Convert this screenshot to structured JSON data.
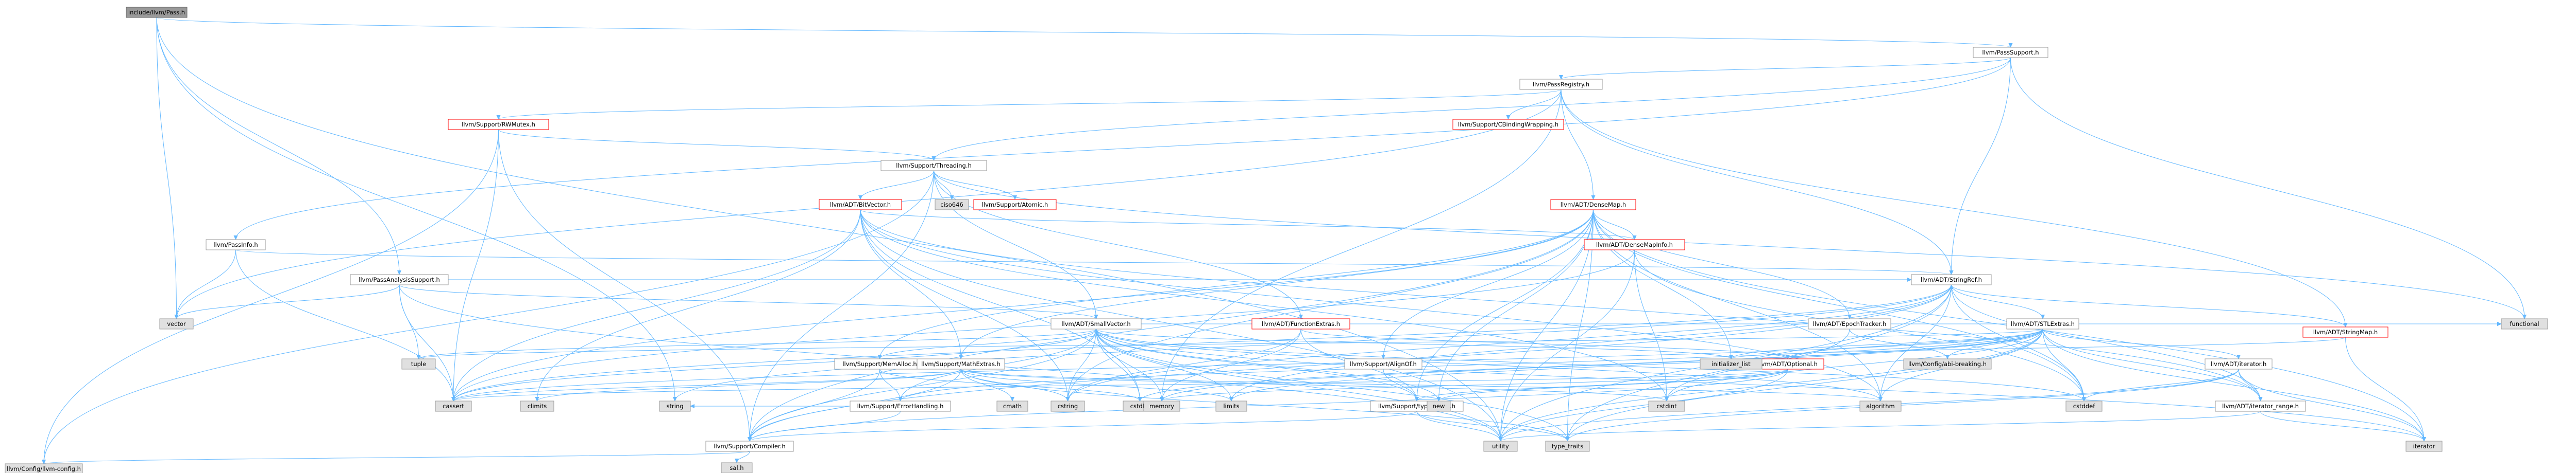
{
  "title": "include/llvm/Pass.h",
  "colors": {
    "root_fill": "#999999",
    "node_fill": "#ffffff",
    "node_border": "#999999",
    "red_border": "#ff0000",
    "ext_fill": "#e0e0e0",
    "edge": "#63b8ff",
    "text": "#000000"
  },
  "nodes": [
    {
      "id": "pass",
      "label": "include/llvm/Pass.h",
      "kind": "root"
    },
    {
      "id": "passsupport",
      "label": "llvm/PassSupport.h",
      "kind": "normal"
    },
    {
      "id": "passregistry",
      "label": "llvm/PassRegistry.h",
      "kind": "normal"
    },
    {
      "id": "rwmutex",
      "label": "llvm/Support/RWMutex.h",
      "kind": "red"
    },
    {
      "id": "cbinding",
      "label": "llvm/Support/CBindingWrapping.h",
      "kind": "red"
    },
    {
      "id": "threading",
      "label": "llvm/Support/Threading.h",
      "kind": "normal"
    },
    {
      "id": "bitvector",
      "label": "llvm/ADT/BitVector.h",
      "kind": "red"
    },
    {
      "id": "ciso646",
      "label": "ciso646",
      "kind": "ext"
    },
    {
      "id": "atomic",
      "label": "llvm/Support/Atomic.h",
      "kind": "red"
    },
    {
      "id": "densemap",
      "label": "llvm/ADT/DenseMap.h",
      "kind": "red"
    },
    {
      "id": "densemapinfo",
      "label": "llvm/ADT/DenseMapInfo.h",
      "kind": "red"
    },
    {
      "id": "passinfo",
      "label": "llvm/PassInfo.h",
      "kind": "normal"
    },
    {
      "id": "stringref",
      "label": "llvm/ADT/StringRef.h",
      "kind": "normal"
    },
    {
      "id": "passanalysis",
      "label": "llvm/PassAnalysisSupport.h",
      "kind": "normal"
    },
    {
      "id": "stringmap",
      "label": "llvm/ADT/StringMap.h",
      "kind": "red"
    },
    {
      "id": "smallvector",
      "label": "llvm/ADT/SmallVector.h",
      "kind": "normal"
    },
    {
      "id": "functionextras",
      "label": "llvm/ADT/FunctionExtras.h",
      "kind": "red"
    },
    {
      "id": "epochtracker",
      "label": "llvm/ADT/EpochTracker.h",
      "kind": "normal"
    },
    {
      "id": "stlextras",
      "label": "llvm/ADT/STLExtras.h",
      "kind": "normal"
    },
    {
      "id": "memalloc",
      "label": "llvm/Support/MemAlloc.h",
      "kind": "normal"
    },
    {
      "id": "mathextras",
      "label": "llvm/Support/MathExtras.h",
      "kind": "normal"
    },
    {
      "id": "aligncf",
      "label": "llvm/Support/AlignOf.h",
      "kind": "normal"
    },
    {
      "id": "optional",
      "label": "llvm/ADT/Optional.h",
      "kind": "red"
    },
    {
      "id": "abibreaking",
      "label": "llvm/Config/abi-breaking.h",
      "kind": "ext"
    },
    {
      "id": "iterator",
      "label": "llvm/ADT/iterator.h",
      "kind": "normal"
    },
    {
      "id": "errorhandling",
      "label": "llvm/Support/ErrorHandling.h",
      "kind": "normal"
    },
    {
      "id": "typetraits",
      "label": "llvm/Support/type_traits.h",
      "kind": "normal"
    },
    {
      "id": "iteratorrange",
      "label": "llvm/ADT/iterator_range.h",
      "kind": "normal"
    },
    {
      "id": "compiler",
      "label": "llvm/Support/Compiler.h",
      "kind": "normal"
    },
    {
      "id": "llvmconfig",
      "label": "llvm/Config/llvm-config.h",
      "kind": "ext"
    },
    {
      "id": "sal",
      "label": "sal.h",
      "kind": "ext"
    },
    {
      "id": "functional",
      "label": "functional",
      "kind": "ext"
    },
    {
      "id": "vector",
      "label": "vector",
      "kind": "ext"
    },
    {
      "id": "tuple",
      "label": "tuple",
      "kind": "ext"
    },
    {
      "id": "climits",
      "label": "climits",
      "kind": "ext"
    },
    {
      "id": "cassert",
      "label": "cassert",
      "kind": "ext"
    },
    {
      "id": "cstdlib",
      "label": "cstdlib",
      "kind": "ext"
    },
    {
      "id": "limits",
      "label": "limits",
      "kind": "ext"
    },
    {
      "id": "cstring",
      "label": "cstring",
      "kind": "ext"
    },
    {
      "id": "cmath",
      "label": "cmath",
      "kind": "ext"
    },
    {
      "id": "memory",
      "label": "memory",
      "kind": "ext"
    },
    {
      "id": "new",
      "label": "new",
      "kind": "ext"
    },
    {
      "id": "initlist",
      "label": "initializer_list",
      "kind": "ext"
    },
    {
      "id": "cstdint",
      "label": "cstdint",
      "kind": "ext"
    },
    {
      "id": "algorithm",
      "label": "algorithm",
      "kind": "ext"
    },
    {
      "id": "cstddef",
      "label": "cstddef",
      "kind": "ext"
    },
    {
      "id": "utility",
      "label": "utility",
      "kind": "ext"
    },
    {
      "id": "typetraits_std",
      "label": "type_traits",
      "kind": "ext"
    },
    {
      "id": "iterator_std",
      "label": "iterator",
      "kind": "ext"
    },
    {
      "id": "string",
      "label": "string",
      "kind": "ext"
    }
  ]
}
